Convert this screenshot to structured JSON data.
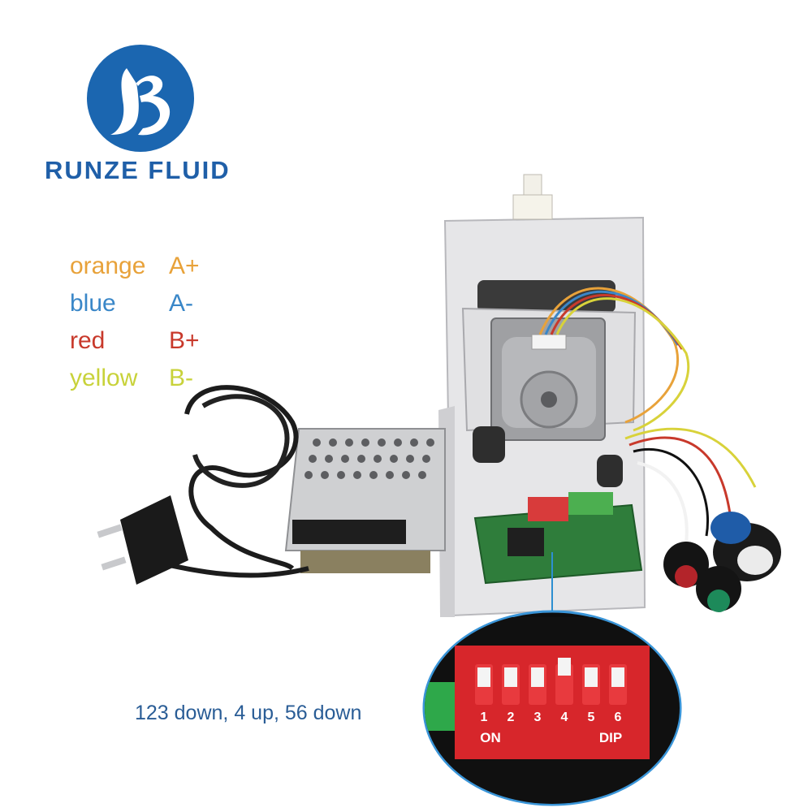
{
  "brand": {
    "name": "RUNZE FLUID",
    "logo_letter": "B",
    "logo_color": "#1b66b0",
    "name_color": "#1f5fa8"
  },
  "wiring": [
    {
      "color_name": "orange",
      "terminal": "A+",
      "hex": "#e8a23a"
    },
    {
      "color_name": "blue",
      "terminal": "A-",
      "hex": "#3a87c8"
    },
    {
      "color_name": "red",
      "terminal": "B+",
      "hex": "#c8392b"
    },
    {
      "color_name": "yellow",
      "terminal": "B-",
      "hex": "#c8d23a"
    }
  ],
  "dip_switch": {
    "caption": "123 down, 4 up, 56 down",
    "labels": [
      "ON",
      "DIP"
    ],
    "positions": [
      "1",
      "2",
      "3",
      "4",
      "5",
      "6"
    ],
    "state": [
      "down",
      "down",
      "down",
      "up",
      "down",
      "down"
    ]
  }
}
